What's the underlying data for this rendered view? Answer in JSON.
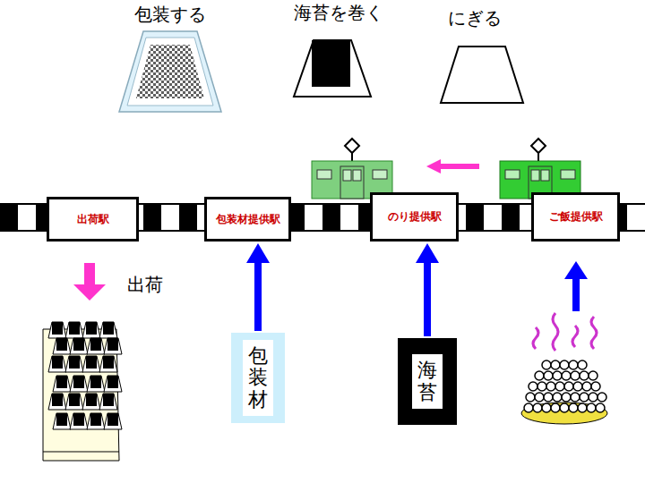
{
  "diagram": {
    "nodes": [
      {
        "text": [
          "出荷駅"
        ]
      },
      {
        "text": [
          "包装材提供駅"
        ]
      },
      {
        "text": [
          "のり提供駅"
        ]
      },
      {
        "text": [
          "ご飯提供駅"
        ]
      },
      {
        "text": [
          "包装材"
        ]
      },
      {
        "text": [
          "海苔"
        ]
      }
    ],
    "edges": [
      {
        "from": 4,
        "to": 1,
        "arrow": "to"
      },
      {
        "from": 5,
        "to": 2,
        "arrow": "to"
      }
    ],
    "labels": [
      "包装する",
      "海苔を巻く",
      "にぎる",
      "出荷"
    ]
  }
}
